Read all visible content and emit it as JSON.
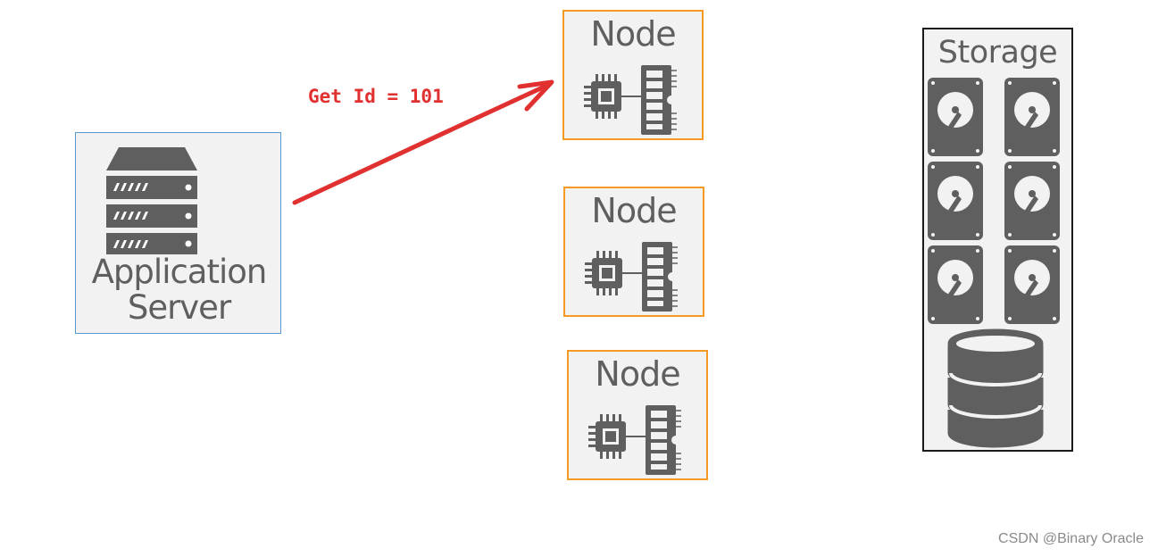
{
  "app_server": {
    "label_line1": "Application",
    "label_line2": "Server",
    "icon": "server-rack-icon"
  },
  "request": {
    "label": "Get Id = 101"
  },
  "nodes": [
    {
      "label": "Node",
      "icons": [
        "cpu-chip-icon",
        "memory-module-icon"
      ]
    },
    {
      "label": "Node",
      "icons": [
        "cpu-chip-icon",
        "memory-module-icon"
      ]
    },
    {
      "label": "Node",
      "icons": [
        "cpu-chip-icon",
        "memory-module-icon"
      ]
    }
  ],
  "storage": {
    "label": "Storage",
    "icons": [
      "hard-disk-icon",
      "database-icon"
    ]
  },
  "watermark": "CSDN @Binary Oracle",
  "colors": {
    "app_border": "#5a9bd5",
    "node_border": "#f59a23",
    "storage_border": "#1a1a1a",
    "icon_gray": "#5f5f5f",
    "arrow": "#e03030",
    "box_fill": "#f2f2f2"
  }
}
